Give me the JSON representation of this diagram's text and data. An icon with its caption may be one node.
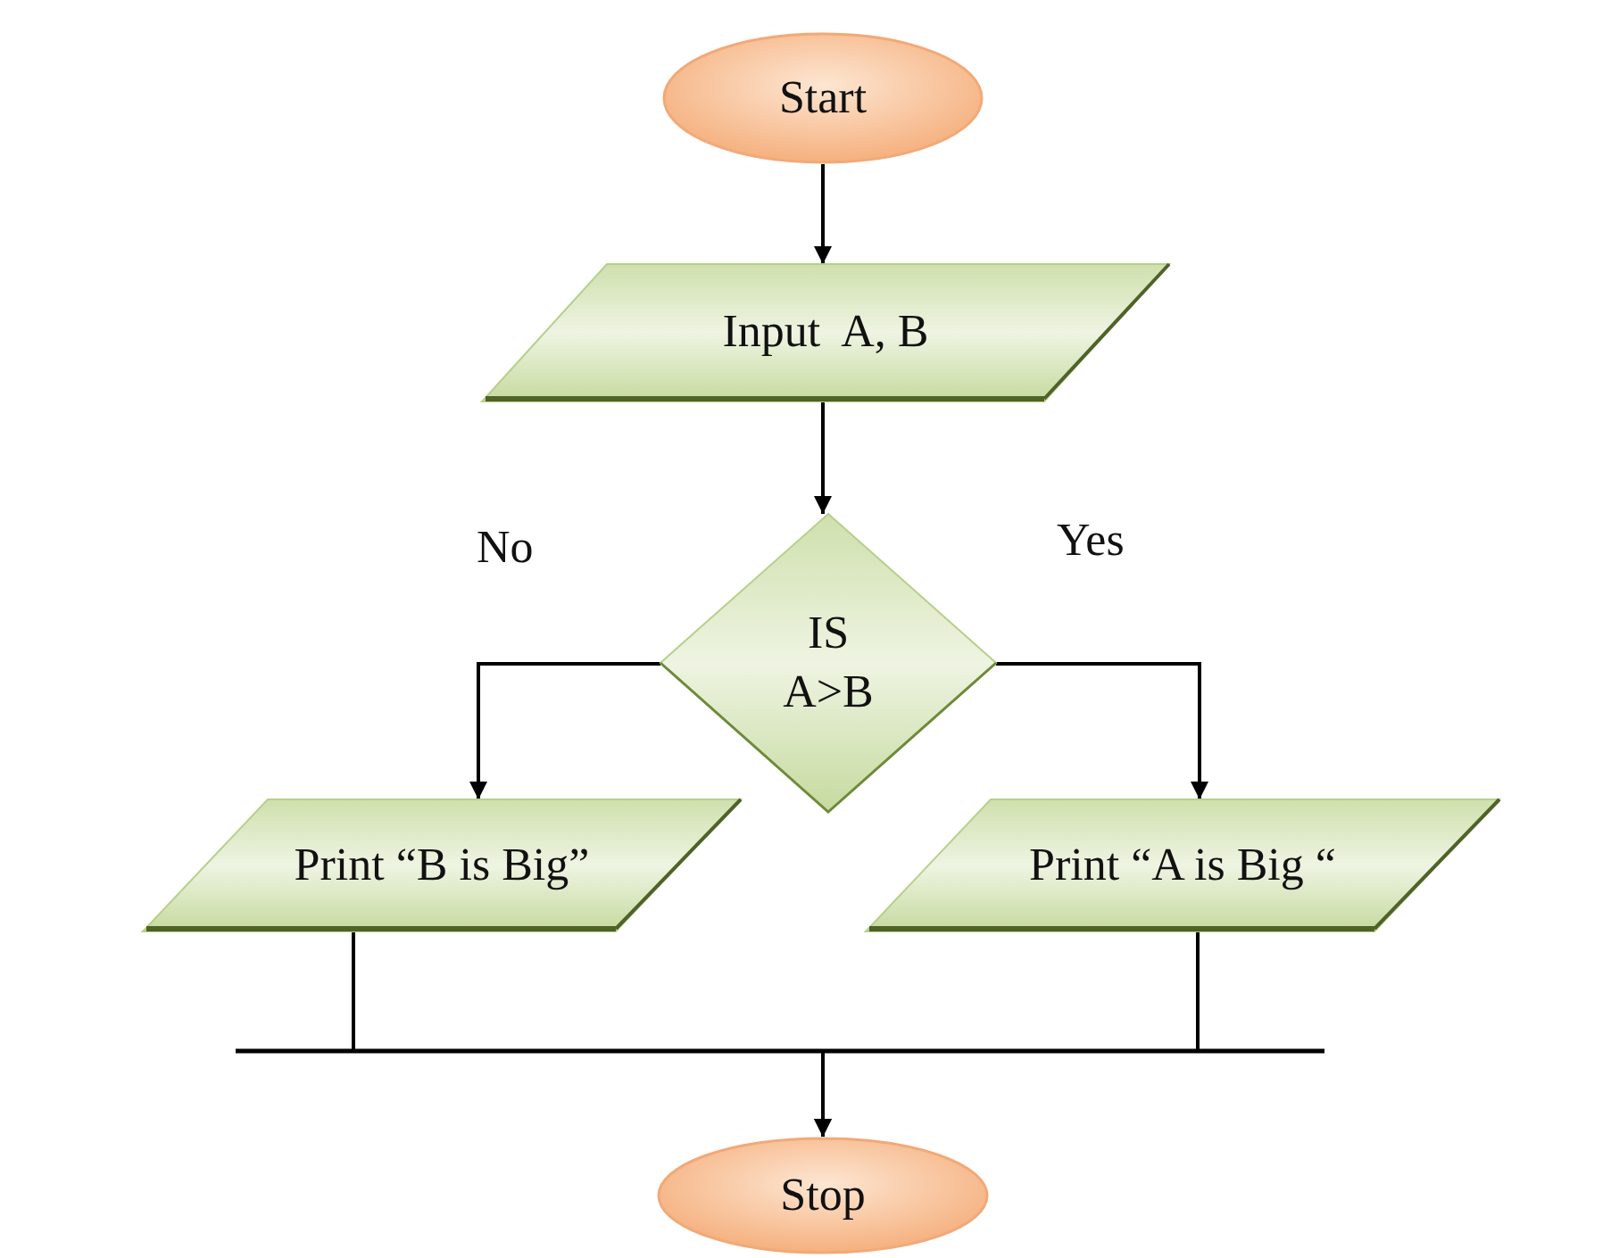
{
  "diagram": {
    "nodes": [
      {
        "text": [
          "Start"
        ]
      },
      {
        "text": [
          "Input  A, B"
        ]
      },
      {
        "text": [
          "IS A>B"
        ]
      },
      {
        "text": [
          "Print “B is Big”"
        ]
      },
      {
        "text": [
          "Print “A is Big “"
        ]
      },
      {
        "text": [
          "Stop"
        ]
      }
    ],
    "edges": [
      {
        "from": 0,
        "to": 1,
        "arrow": "to"
      },
      {
        "from": 1,
        "to": 2,
        "arrow": "to"
      },
      {
        "from": 2,
        "to": 3,
        "arrow": "to",
        "label": "No"
      },
      {
        "from": 2,
        "to": 4,
        "arrow": "to",
        "label": "Yes"
      },
      {
        "from": 3,
        "to": 5,
        "arrow": "to"
      },
      {
        "from": 4,
        "to": 5,
        "arrow": "to"
      }
    ]
  }
}
